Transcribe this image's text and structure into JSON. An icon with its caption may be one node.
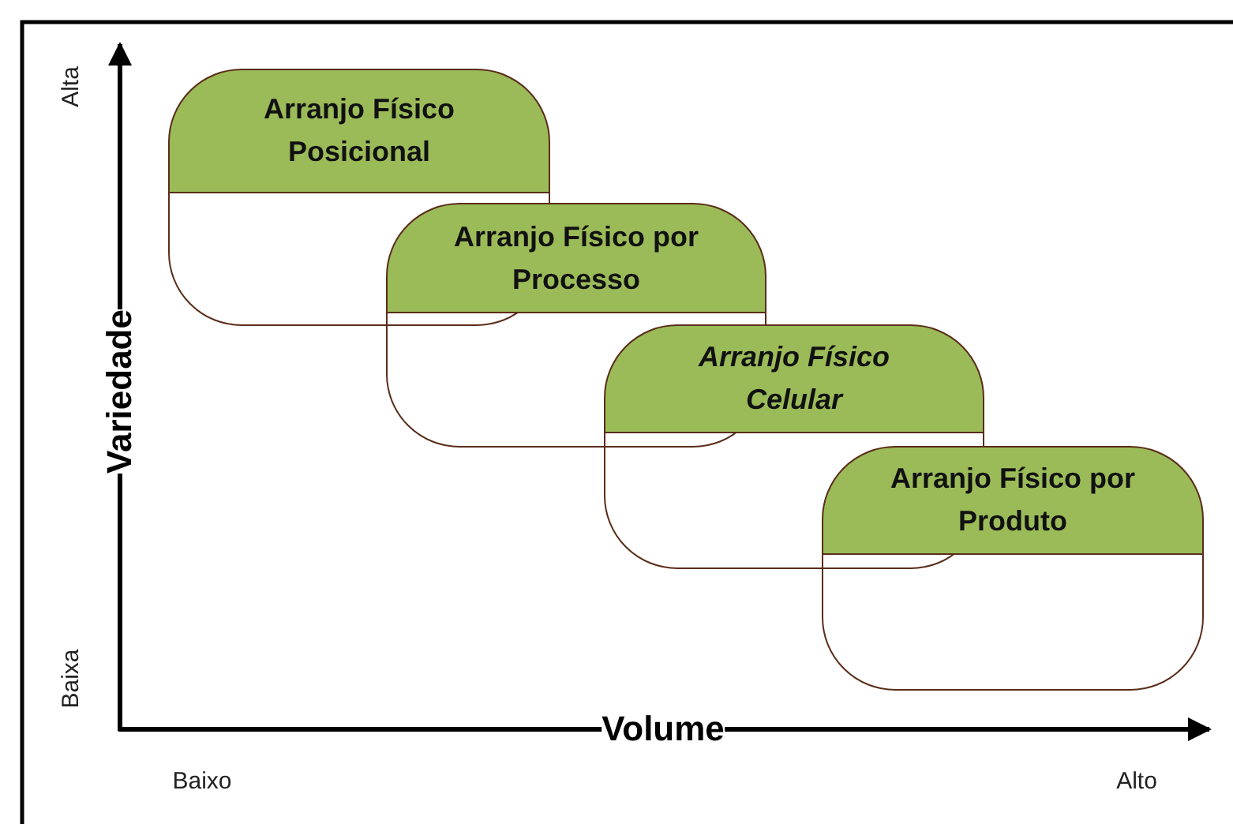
{
  "diagram": {
    "nodes": [
      {
        "text": [
          "Arranjo Físico Posicional"
        ]
      },
      {
        "text": [
          "Arranjo Físico por Processo"
        ]
      },
      {
        "text": [
          "Arranjo Físico Celular"
        ]
      },
      {
        "text": [
          "Arranjo Físico por Produto"
        ]
      }
    ],
    "labels": [
      "Alta",
      "Variedade",
      "Baixa",
      "Volume",
      "Baixo",
      "Alto"
    ]
  }
}
